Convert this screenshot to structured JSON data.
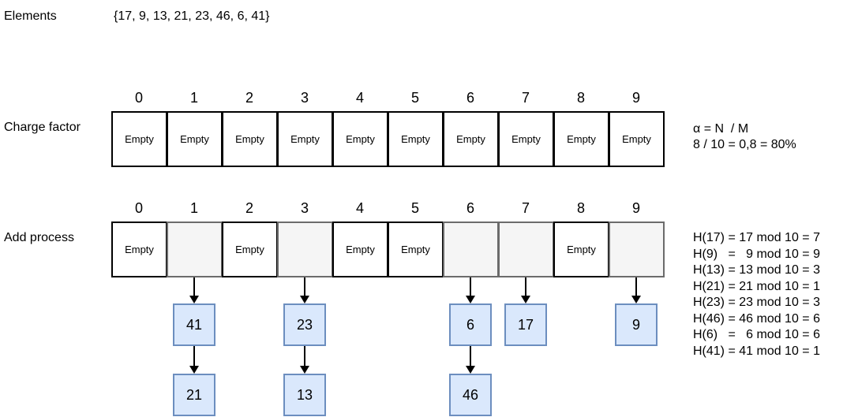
{
  "elements": {
    "label": "Elements",
    "set": "{17, 9, 13, 21, 23, 46, 6, 41}"
  },
  "charge": {
    "label": "Charge factor",
    "indices": [
      "0",
      "1",
      "2",
      "3",
      "4",
      "5",
      "6",
      "7",
      "8",
      "9"
    ],
    "cells": [
      "Empty",
      "Empty",
      "Empty",
      "Empty",
      "Empty",
      "Empty",
      "Empty",
      "Empty",
      "Empty",
      "Empty"
    ],
    "formula": [
      "α = N  / M",
      "8 / 10 = 0,8 = 80%"
    ]
  },
  "add": {
    "label": "Add process",
    "indices": [
      "0",
      "1",
      "2",
      "3",
      "4",
      "5",
      "6",
      "7",
      "8",
      "9"
    ],
    "cells": [
      "Empty",
      "",
      "Empty",
      "",
      "Empty",
      "Empty",
      "",
      "",
      "Empty",
      ""
    ],
    "chains": {
      "1": [
        "41",
        "21"
      ],
      "3": [
        "23",
        "13"
      ],
      "6": [
        "6",
        "46"
      ],
      "7": [
        "17"
      ],
      "9": [
        "9"
      ]
    },
    "hash_lines": [
      "H(17) = 17 mod 10 = 7",
      "H(9)   =   9 mod 10 = 9",
      "H(13) = 13 mod 10 = 3",
      "H(21) = 21 mod 10 = 1",
      "H(23) = 23 mod 10 = 3",
      "H(46) = 46 mod 10 = 6",
      "H(6)   =   6 mod 10 = 6",
      "H(41) = 41 mod 10 = 1"
    ]
  },
  "colors": {
    "node_fill": "#dae8fc",
    "node_border": "#6c8ebf",
    "filled_cell": "#f5f5f5"
  }
}
